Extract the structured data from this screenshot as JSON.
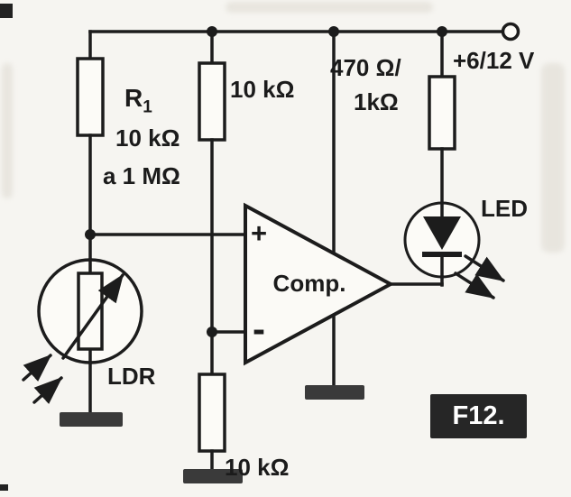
{
  "figure": {
    "tag": "F12.",
    "supply_label": "+6/12 V",
    "comparator": {
      "label": "Comp.",
      "plus": "+",
      "minus": "-"
    },
    "resistors": {
      "r1": {
        "name": "R",
        "sub": "1",
        "value_line1": "10 kΩ",
        "value_line2": "a 1 MΩ"
      },
      "r_top": "10 kΩ",
      "r_bottom": "10 kΩ",
      "r_led": {
        "line1": "470 Ω/",
        "line2": "1kΩ"
      }
    },
    "ldr_label": "LDR",
    "led_label": "LED"
  },
  "colors": {
    "ink": "#1c1c1c",
    "paper": "#f6f5f1",
    "ground": "#3a3a3a",
    "tag_bg": "#262626",
    "tag_text": "#ffffff"
  }
}
